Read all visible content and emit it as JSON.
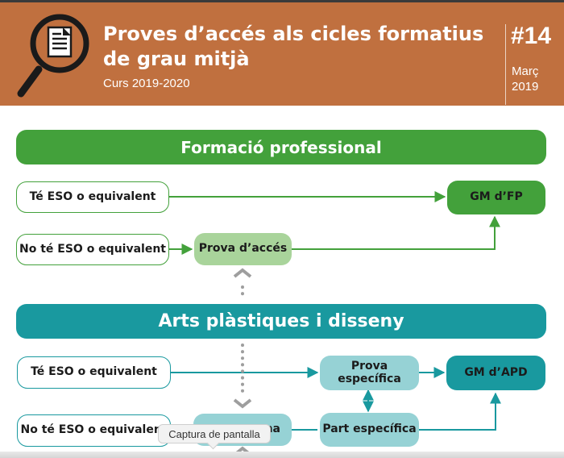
{
  "header": {
    "title_line1": "Proves d’accés als cicles formatius",
    "title_line2": "de grau mitjà",
    "subtitle": "Curs 2019-2020",
    "issue": "#14",
    "month": "Març",
    "year": "2019",
    "icon": "magnifier-document-icon"
  },
  "fp": {
    "banner": "Formació professional",
    "with_eso": "Té ESO o equivalent",
    "without_eso": "No té ESO o equivalent",
    "exam": "Prova d’accés",
    "result": "GM d’FP"
  },
  "apd": {
    "banner": "Arts plàstiques i disseny",
    "with_eso": "Té ESO o equivalent",
    "without_eso": "No té ESO o equivalent",
    "specific_exam": "Prova específica",
    "common_partial": "ma",
    "specific_part": "Part específica",
    "result": "GM d’APD"
  },
  "tooltip": "Captura de pantalla",
  "colors": {
    "header_bg": "#c0703f",
    "green": "#43a13b",
    "light_green": "#a9d49b",
    "teal": "#19999f",
    "light_teal": "#96d2d5",
    "connector_gray": "#9e9e9e"
  }
}
